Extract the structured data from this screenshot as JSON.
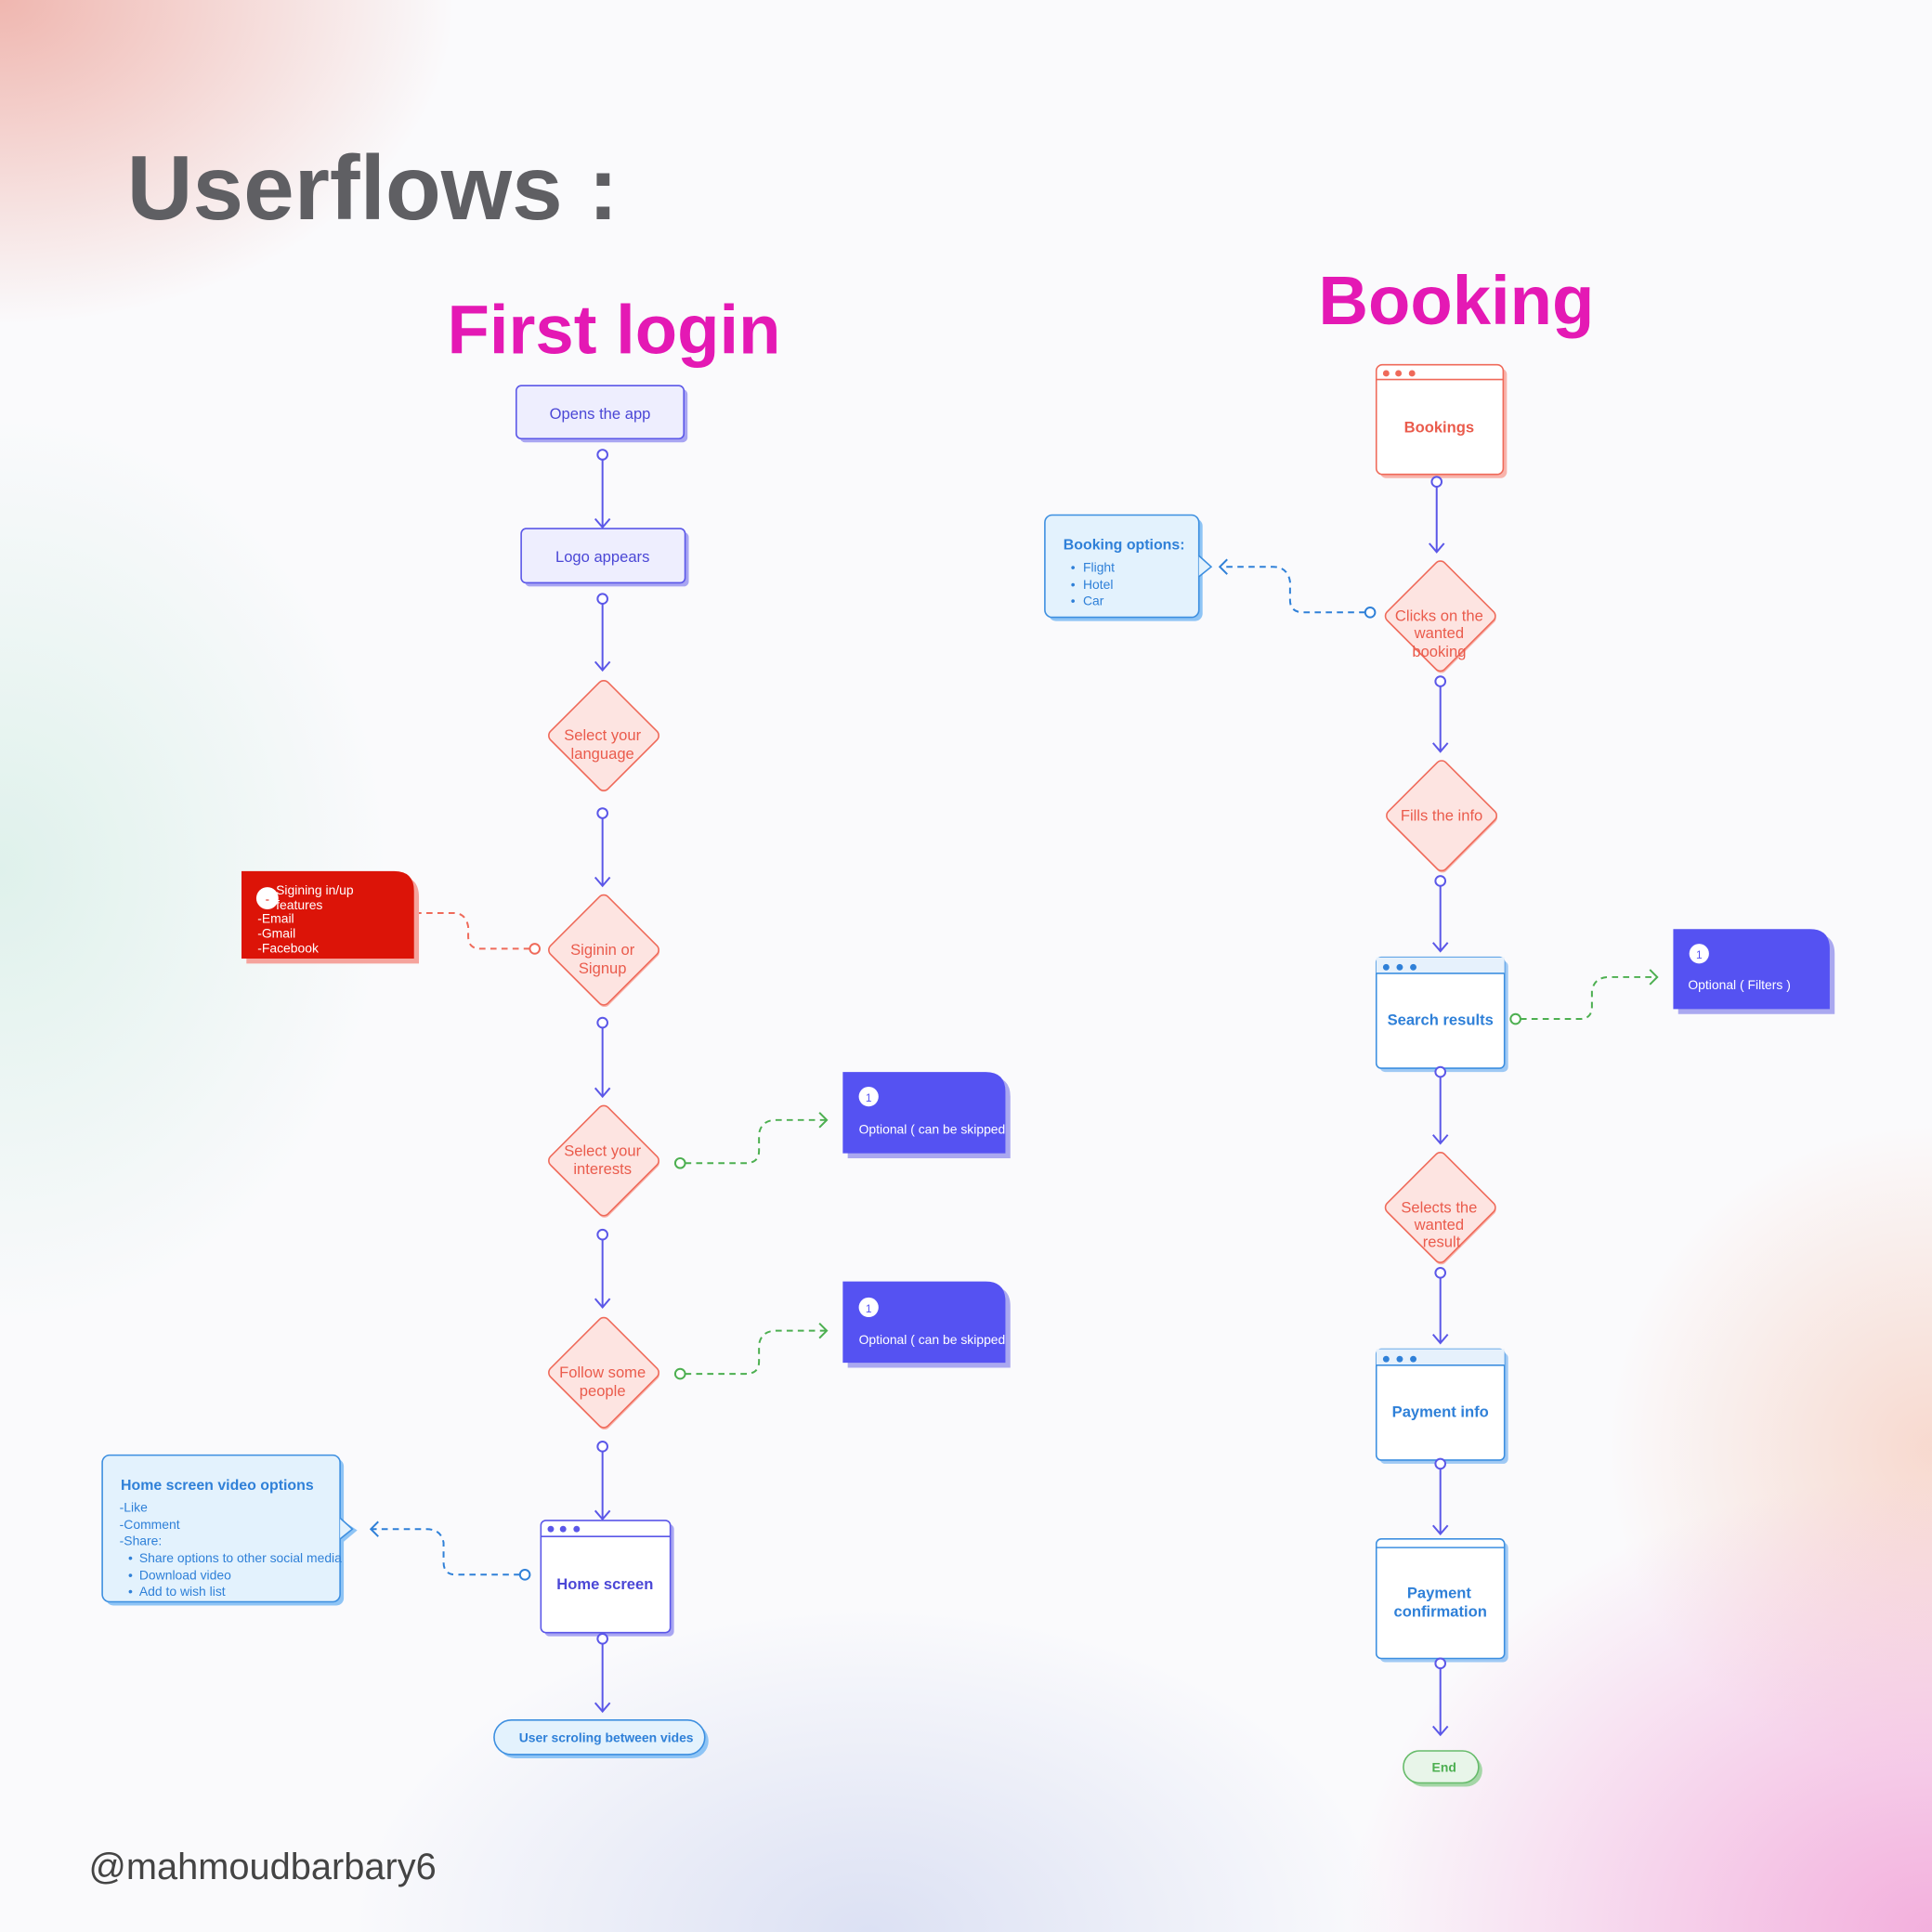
{
  "title": "Userflows :",
  "handle": "@mahmoudbarbary6",
  "colors": {
    "accent_title": "#e419b4",
    "flow": "#5b57e8",
    "decision": "#ef6a5a",
    "info": "#2f80d8",
    "optional": "#5552f2",
    "warning": "#dc1408",
    "optional_link": "#4caf50"
  },
  "first_login": {
    "heading": "First login",
    "steps": {
      "opens_app": "Opens the app",
      "logo": "Logo appears",
      "language": [
        "Select your",
        "language"
      ],
      "signin": [
        "Siginin or",
        "Signup"
      ],
      "interests": [
        "Select your",
        "interests"
      ],
      "follow": [
        "Follow some",
        "people"
      ],
      "home": "Home screen",
      "scroll": "User scroling between vides"
    },
    "signin_note": {
      "badge": "-",
      "lines": [
        "Sigining in/up",
        "features",
        "-Email",
        "-Gmail",
        "-Facebook"
      ]
    },
    "interests_note": {
      "badge": "1",
      "text": "Optional ( can be skipped"
    },
    "follow_note": {
      "badge": "1",
      "text": "Optional ( can be skipped"
    },
    "home_callout": {
      "title": "Home screen video options",
      "lines": [
        "-Like",
        "-Comment",
        "-Share:"
      ],
      "bullets": [
        "Share options to other social media",
        "Download video",
        "Add to wish list"
      ]
    }
  },
  "booking": {
    "heading": "Booking",
    "steps": {
      "bookings": "Bookings",
      "clicks": [
        "Clicks on the",
        "wanted",
        "booking"
      ],
      "fills": "Fills the info",
      "search": "Search results",
      "selects": [
        "Selects the",
        "wanted",
        "result"
      ],
      "payment_info": "Payment info",
      "payment_conf": [
        "Payment",
        "confirmation"
      ],
      "end": "End"
    },
    "options_callout": {
      "title": "Booking options:",
      "bullets": [
        "Flight",
        "Hotel",
        "Car"
      ]
    },
    "filters_note": {
      "badge": "1",
      "text": "Optional ( Filters )"
    }
  }
}
